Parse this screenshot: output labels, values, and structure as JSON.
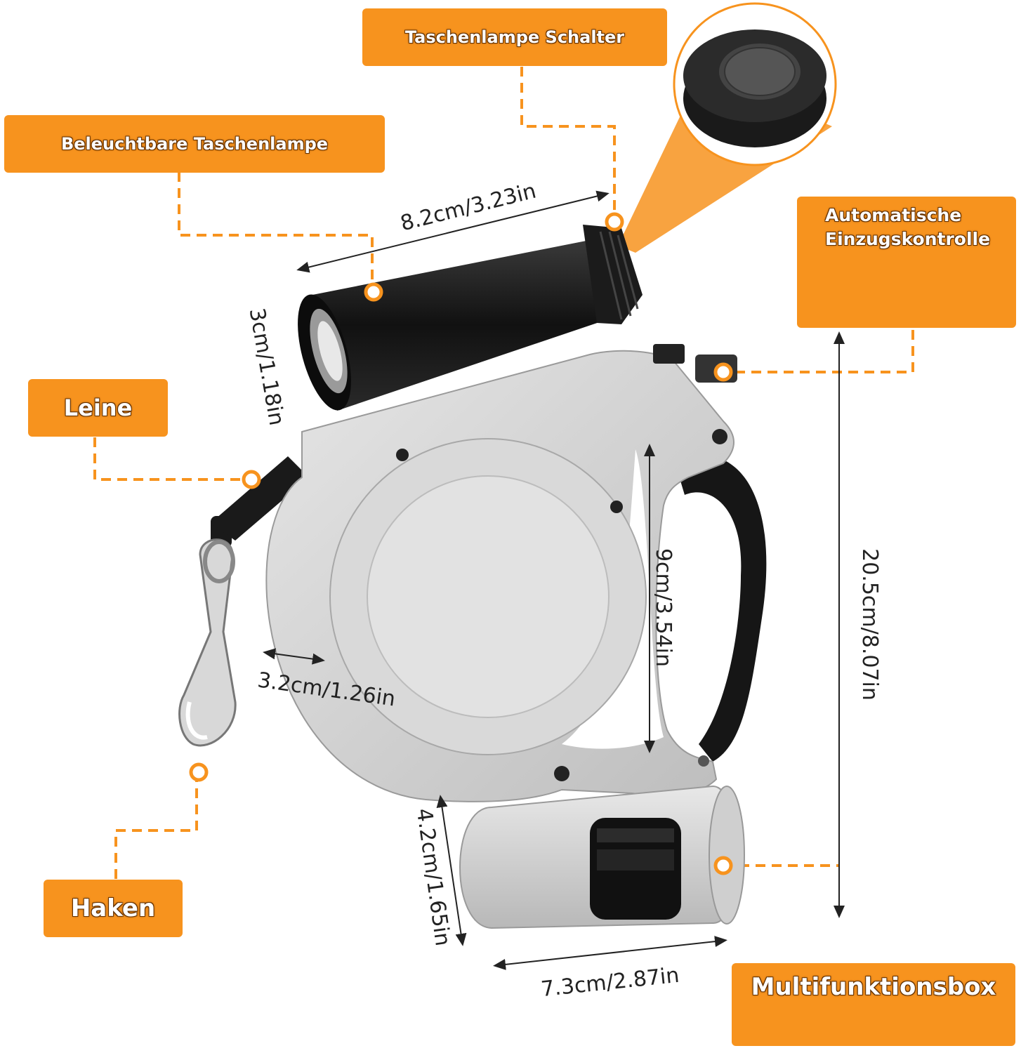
{
  "callouts": {
    "switch": "Taschenlampe Schalter",
    "flashlight": "Beleuchtbare Taschenlampe",
    "retract": "Automatische Einzugskontrolle",
    "leash": "Leine",
    "hook": "Haken",
    "box": "Multifunktionsbox"
  },
  "dimensions": {
    "flashlight_length": "8.2cm/3.23in",
    "flashlight_diameter": "3cm/1.18in",
    "handle_opening": "9cm/3.54in",
    "total_height": "20.5cm/8.07in",
    "body_thickness": "3.2cm/1.26in",
    "box_height": "4.2cm/1.65in",
    "box_width": "7.3cm/2.87in"
  },
  "colors": {
    "accent": "#f7931e",
    "body": "#d4d4d4",
    "black": "#141414"
  }
}
